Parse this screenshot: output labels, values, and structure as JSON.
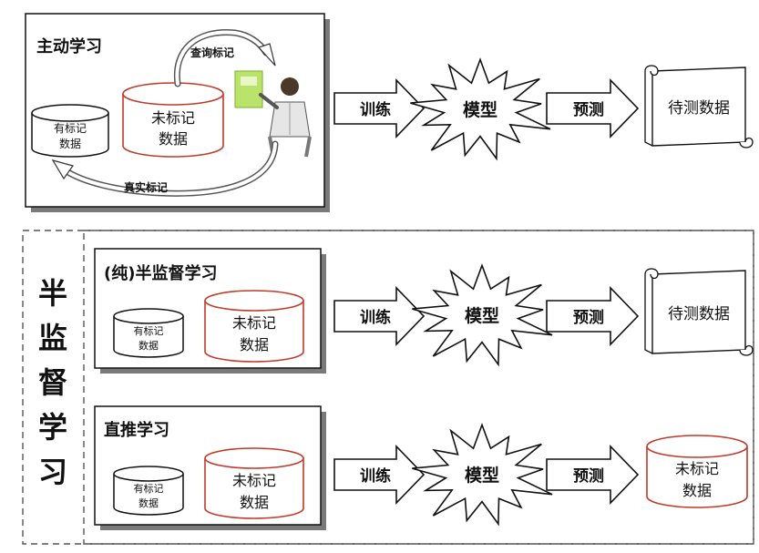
{
  "active": {
    "title": "主动学习",
    "labeled_db": [
      "有标记",
      "数据"
    ],
    "unlabeled_db": [
      "未标记",
      "数据"
    ],
    "query_label": "查询标记",
    "true_label": "真实标记",
    "train": "训练",
    "model": "模型",
    "predict": "预测",
    "target": "待测数据"
  },
  "semi": {
    "side_title": [
      "半",
      "监",
      "督",
      "学",
      "习"
    ],
    "pure": {
      "title": "(纯)半监督学习",
      "labeled_db": [
        "有标记",
        "数据"
      ],
      "unlabeled_db": [
        "未标记",
        "数据"
      ],
      "train": "训练",
      "model": "模型",
      "predict": "预测",
      "target": "待测数据"
    },
    "transductive": {
      "title": "直推学习",
      "labeled_db": [
        "有标记",
        "数据"
      ],
      "unlabeled_db": [
        "未标记",
        "数据"
      ],
      "train": "训练",
      "model": "模型",
      "predict": "预测",
      "target": [
        "未标记",
        "数据"
      ]
    }
  },
  "colors": {
    "ink": "#111111",
    "red": "#c0392b",
    "shadow": "#6e6e6e",
    "dash": "#555555",
    "figure_green": "#9fd64a"
  }
}
